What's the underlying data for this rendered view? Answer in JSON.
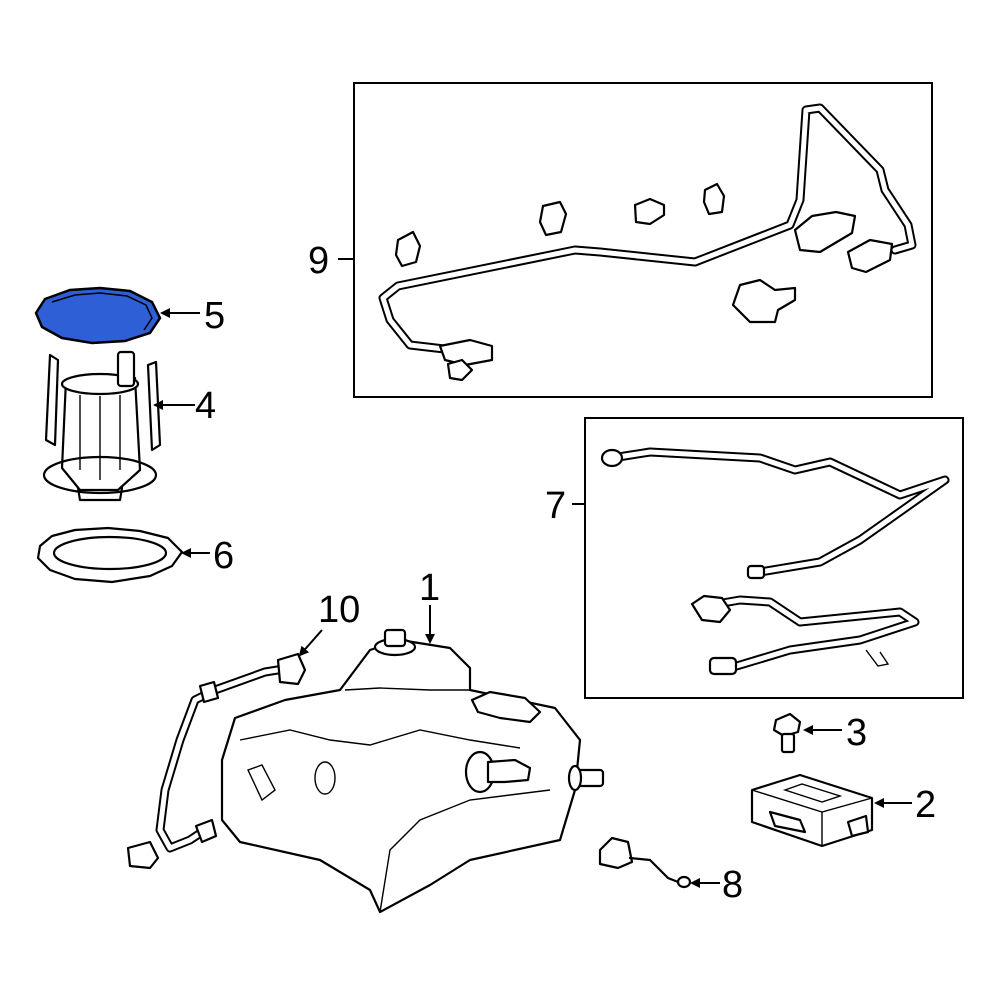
{
  "highlight_color": "#2f5fd6",
  "outline_color": "#000000",
  "callouts": {
    "c1": "1",
    "c2": "2",
    "c3": "3",
    "c4": "4",
    "c5": "5",
    "c6": "6",
    "c7": "7",
    "c8": "8",
    "c9": "9",
    "c10": "10"
  }
}
